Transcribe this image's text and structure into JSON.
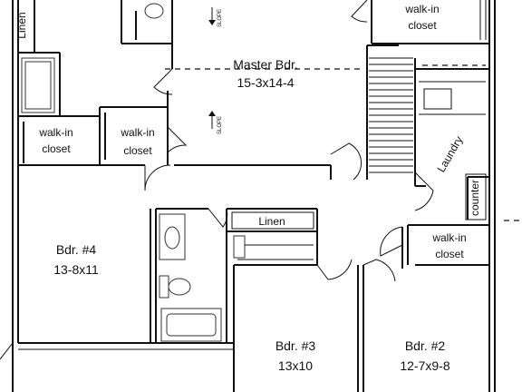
{
  "rooms": {
    "master": {
      "name": "Master Bdr.",
      "dims": "15-3x14-4"
    },
    "bdr4": {
      "name": "Bdr. #4",
      "dims": "13-8x11"
    },
    "bdr3": {
      "name": "Bdr. #3",
      "dims": "13x10"
    },
    "bdr2": {
      "name": "Bdr. #2",
      "dims": "12-7x9-8"
    }
  },
  "closets": {
    "top_right": {
      "line1": "walk-in",
      "line2": "closet"
    },
    "left_1": {
      "line1": "walk-in",
      "line2": "closet"
    },
    "left_2": {
      "line1": "walk-in",
      "line2": "closet"
    },
    "bdr2": {
      "line1": "walk-in",
      "line2": "closet"
    }
  },
  "labels": {
    "linen_top": "Linen",
    "linen_hall": "Linen",
    "laundry": "Laundry",
    "counter": "counter",
    "slope_top": "SLOPE",
    "slope_bottom": "SLOPE"
  }
}
